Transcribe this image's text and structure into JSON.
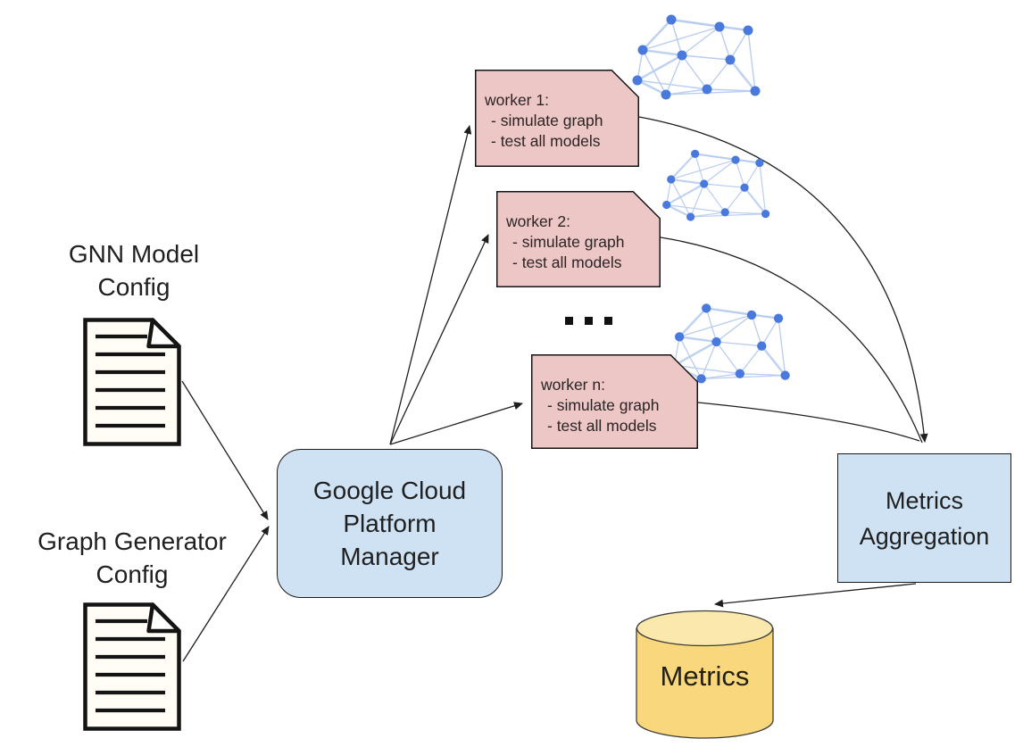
{
  "diagram": {
    "nodes": {
      "gnn_config": {
        "label": "GNN Model\nConfig"
      },
      "graph_generator_config": {
        "label": "Graph Generator\nConfig"
      },
      "manager": {
        "label": "Google Cloud\nPlatform\nManager"
      },
      "workers": [
        {
          "title": "worker 1:",
          "tasks": [
            "- simulate graph",
            "- test all models"
          ]
        },
        {
          "title": "worker 2:",
          "tasks": [
            "- simulate graph",
            "- test all models"
          ]
        },
        {
          "title": "worker n:",
          "tasks": [
            "- simulate graph",
            "- test all models"
          ]
        }
      ],
      "ellipsis_icon": "...",
      "aggregation": {
        "label": "Metrics\nAggregation"
      },
      "metrics_store": {
        "label": "Metrics"
      }
    },
    "colors": {
      "worker_fill": "#edc6c6",
      "process_fill": "#cfe2f3",
      "cylinder_fill": "#f8d77d",
      "cylinder_top_fill": "#fbe8ad",
      "graph_node": "#4a79de",
      "graph_edge": "#b6cbf0",
      "arrow": "#1f1f1f",
      "text": "#1f1f1f",
      "document_fill": "#fffdf5"
    }
  }
}
